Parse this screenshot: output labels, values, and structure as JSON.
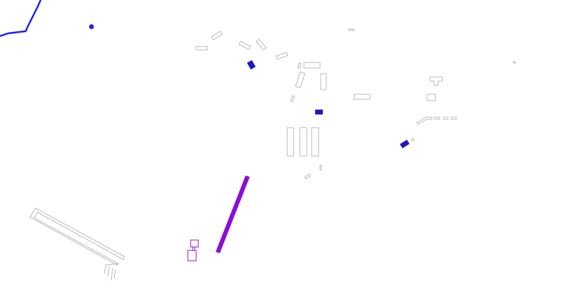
{
  "map": {
    "colors": {
      "background": "#ffffff",
      "building_outline": "#b8b8b8",
      "highlight_blue": "#1c17c7",
      "highlight_purple": "#8a0fd6",
      "waterway": "#1a1aff",
      "point_marker": "#2222ee"
    },
    "layers": [
      "waterway",
      "building-outlines",
      "highlighted-buildings",
      "highlighted-runway",
      "point-marker"
    ]
  }
}
